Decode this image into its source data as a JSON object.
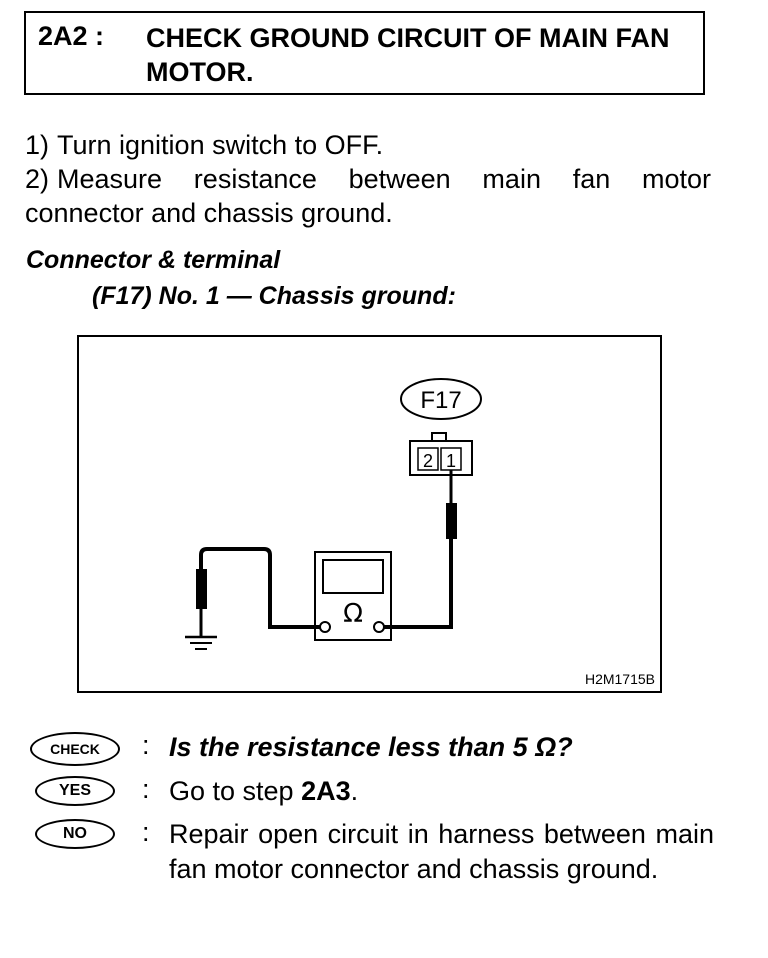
{
  "header": {
    "code": "2A2 :",
    "title": "CHECK GROUND CIRCUIT OF MAIN FAN MOTOR."
  },
  "steps": [
    {
      "num": "1)",
      "text": "Turn ignition switch to OFF."
    },
    {
      "num": "2)",
      "text": "Measure resistance between main fan motor connector and chassis ground."
    }
  ],
  "connector": {
    "heading": "Connector & terminal",
    "detail": "(F17) No. 1 — Chassis ground:"
  },
  "diagram": {
    "connector_label": "F17",
    "terminal_2": "2",
    "terminal_1": "1",
    "meter_symbol": "Ω",
    "figure_code": "H2M1715B"
  },
  "results": {
    "check": {
      "badge": "CHECK",
      "colon": ":",
      "text": "Is the resistance less than 5 Ω?"
    },
    "yes": {
      "badge": "YES",
      "colon": ":",
      "text_prefix": "Go to step ",
      "step": "2A3",
      "text_suffix": "."
    },
    "no": {
      "badge": "NO",
      "colon": ":",
      "text": "Repair open circuit in harness between main fan motor connector and chassis ground."
    }
  }
}
